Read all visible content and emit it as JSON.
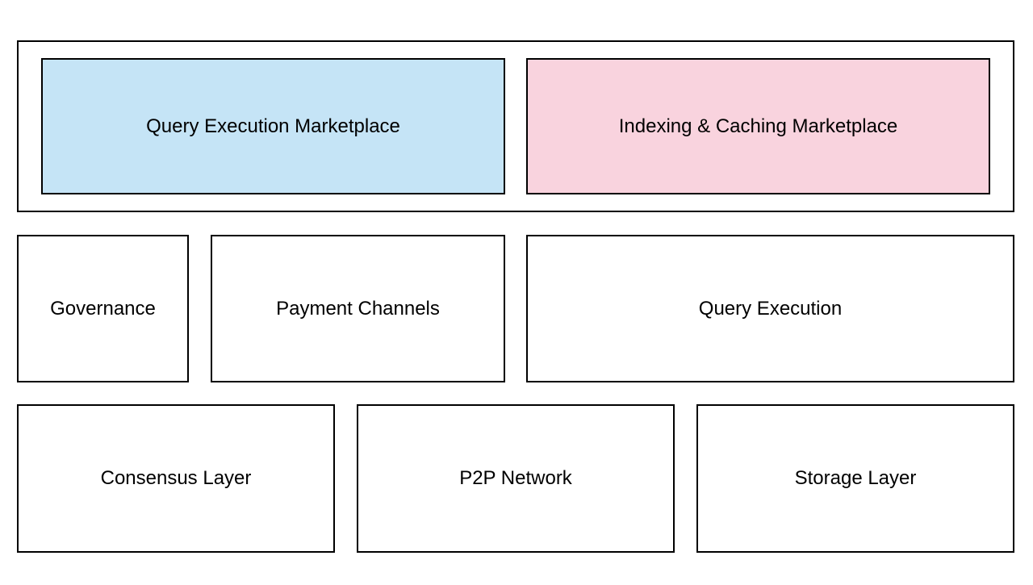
{
  "marketplaces": [
    {
      "label": "Query Execution Marketplace",
      "color": "#c5e4f6"
    },
    {
      "label": "Indexing & Caching Marketplace",
      "color": "#f9d3de"
    }
  ],
  "middle_layer": {
    "governance": "Governance",
    "payment_channels": "Payment Channels",
    "query_execution": "Query Execution"
  },
  "base_layer": {
    "consensus": "Consensus Layer",
    "p2p_network": "P2P Network",
    "storage": "Storage Layer"
  },
  "colors": {
    "border": "#000000",
    "background": "#ffffff"
  }
}
